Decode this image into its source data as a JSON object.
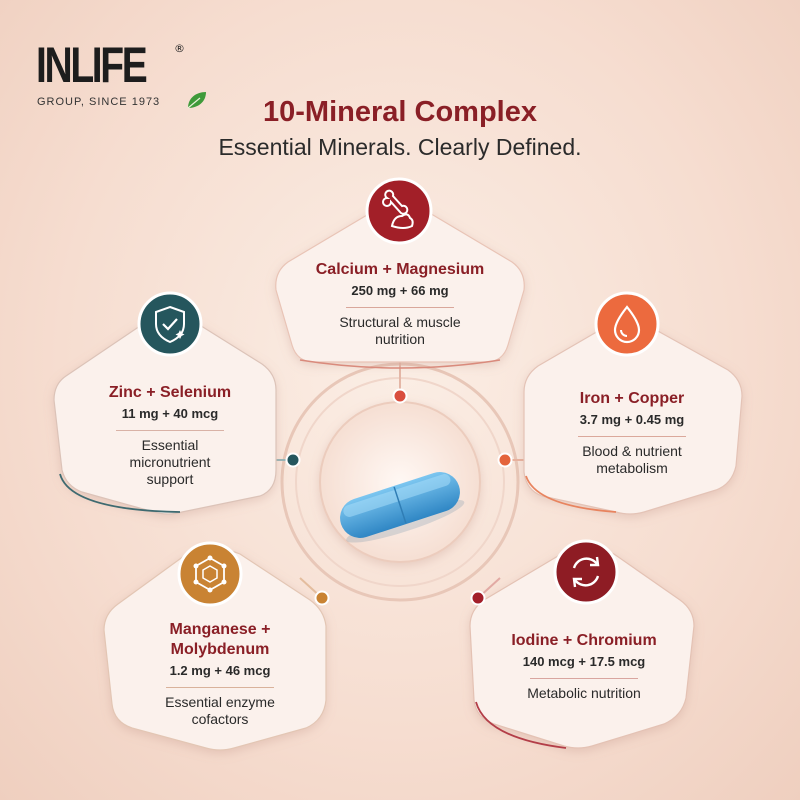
{
  "brand": {
    "name": "INLIFE",
    "registered": "®",
    "tagline": "GROUP, SINCE 1973"
  },
  "headline": "10-Mineral Complex",
  "subheadline": "Essential Minerals. Clearly Defined.",
  "colors": {
    "burgundy": "#8a1f26",
    "teal": "#25565d",
    "orange": "#e4643c",
    "gold": "#c98333",
    "crimson": "#8e1c24",
    "pill": "#4aa7df"
  },
  "minerals": [
    {
      "id": "calcium",
      "title": "Calcium + Magnesium",
      "dose": "250 mg + 66 mg",
      "benefit": "Structural & muscle nutrition",
      "icon": "bone-muscle-icon"
    },
    {
      "id": "zinc",
      "title": "Zinc + Selenium",
      "dose": "11 mg + 40 mcg",
      "benefit": "Essential micronutrient support",
      "icon": "shield-check-icon"
    },
    {
      "id": "iron",
      "title": "Iron + Copper",
      "dose": "3.7 mg + 0.45 mg",
      "benefit": "Blood & nutrient metabolism",
      "icon": "drop-icon"
    },
    {
      "id": "manganese",
      "title": "Manganese + Molybdenum",
      "dose": "1.2 mg + 46 mcg",
      "benefit": "Essential enzyme cofactors",
      "icon": "molecule-icon"
    },
    {
      "id": "iodine",
      "title": "Iodine + Chromium",
      "dose": "140 mcg + 17.5 mcg",
      "benefit": "Metabolic nutrition",
      "icon": "cycle-arrows-icon"
    }
  ]
}
